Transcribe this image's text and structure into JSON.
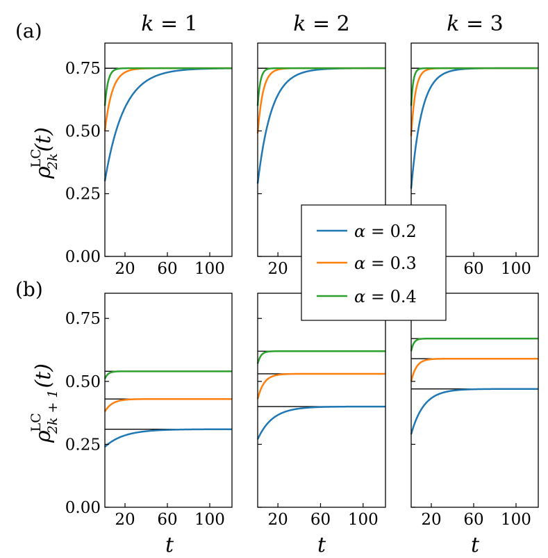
{
  "panel_labels": {
    "a": "(a)",
    "b": "(b)"
  },
  "column_titles": [
    {
      "var": "k",
      "text": " = 1"
    },
    {
      "var": "k",
      "text": " = 2"
    },
    {
      "var": "k",
      "text": " = 3"
    }
  ],
  "ylabels": {
    "top": {
      "main": "ρ",
      "sup": "LC",
      "sub": "2k",
      "arg": "(t)"
    },
    "bottom": {
      "main": "ρ",
      "sup": "LC",
      "sub": "2k + 1",
      "arg": "(t)"
    }
  },
  "xlabel": "t",
  "yticks": [
    "0.00",
    "0.25",
    "0.50",
    "0.75"
  ],
  "xticks": [
    "20",
    "60",
    "100"
  ],
  "legend": [
    {
      "alpha": "α",
      "text": " = 0.2",
      "color": "#1f77b4"
    },
    {
      "alpha": "α",
      "text": " = 0.3",
      "color": "#ff7f0e"
    },
    {
      "alpha": "α",
      "text": " = 0.4",
      "color": "#2ca02c"
    }
  ],
  "chart_data": [
    {
      "type": "line",
      "row": "a",
      "k": 1,
      "xlim": [
        1,
        121
      ],
      "ylim": [
        0,
        0.85
      ],
      "series": [
        {
          "name": "α = 0.2",
          "color": "#1f77b4",
          "start": 0.3,
          "steady": 0.75,
          "tau": 18
        },
        {
          "name": "α = 0.3",
          "color": "#ff7f0e",
          "start": 0.5,
          "steady": 0.75,
          "tau": 7
        },
        {
          "name": "α = 0.4",
          "color": "#2ca02c",
          "start": 0.6,
          "steady": 0.75,
          "tau": 3
        }
      ]
    },
    {
      "type": "line",
      "row": "a",
      "k": 2,
      "xlim": [
        1,
        121
      ],
      "ylim": [
        0,
        0.85
      ],
      "series": [
        {
          "name": "α = 0.2",
          "color": "#1f77b4",
          "start": 0.29,
          "steady": 0.75,
          "tau": 13
        },
        {
          "name": "α = 0.3",
          "color": "#ff7f0e",
          "start": 0.49,
          "steady": 0.75,
          "tau": 5
        },
        {
          "name": "α = 0.4",
          "color": "#2ca02c",
          "start": 0.6,
          "steady": 0.75,
          "tau": 2.5
        }
      ]
    },
    {
      "type": "line",
      "row": "a",
      "k": 3,
      "xlim": [
        1,
        121
      ],
      "ylim": [
        0,
        0.85
      ],
      "series": [
        {
          "name": "α = 0.2",
          "color": "#1f77b4",
          "start": 0.27,
          "steady": 0.75,
          "tau": 10
        },
        {
          "name": "α = 0.3",
          "color": "#ff7f0e",
          "start": 0.48,
          "steady": 0.75,
          "tau": 4
        },
        {
          "name": "α = 0.4",
          "color": "#2ca02c",
          "start": 0.6,
          "steady": 0.75,
          "tau": 2
        }
      ]
    },
    {
      "type": "line",
      "row": "b",
      "k": 1,
      "xlim": [
        1,
        121
      ],
      "ylim": [
        0,
        0.85
      ],
      "series": [
        {
          "name": "α = 0.2",
          "color": "#1f77b4",
          "start": 0.24,
          "steady": 0.31,
          "tau": 18
        },
        {
          "name": "α = 0.3",
          "color": "#ff7f0e",
          "start": 0.38,
          "steady": 0.43,
          "tau": 7
        },
        {
          "name": "α = 0.4",
          "color": "#2ca02c",
          "start": 0.51,
          "steady": 0.54,
          "tau": 3
        }
      ]
    },
    {
      "type": "line",
      "row": "b",
      "k": 2,
      "xlim": [
        1,
        121
      ],
      "ylim": [
        0,
        0.85
      ],
      "series": [
        {
          "name": "α = 0.2",
          "color": "#1f77b4",
          "start": 0.27,
          "steady": 0.4,
          "tau": 14
        },
        {
          "name": "α = 0.3",
          "color": "#ff7f0e",
          "start": 0.43,
          "steady": 0.53,
          "tau": 6
        },
        {
          "name": "α = 0.4",
          "color": "#2ca02c",
          "start": 0.57,
          "steady": 0.62,
          "tau": 3
        }
      ]
    },
    {
      "type": "line",
      "row": "b",
      "k": 3,
      "xlim": [
        1,
        121
      ],
      "ylim": [
        0,
        0.85
      ],
      "series": [
        {
          "name": "α = 0.2",
          "color": "#1f77b4",
          "start": 0.29,
          "steady": 0.47,
          "tau": 12
        },
        {
          "name": "α = 0.3",
          "color": "#ff7f0e",
          "start": 0.5,
          "steady": 0.59,
          "tau": 5
        },
        {
          "name": "α = 0.4",
          "color": "#2ca02c",
          "start": 0.62,
          "steady": 0.67,
          "tau": 2.5
        }
      ]
    }
  ]
}
